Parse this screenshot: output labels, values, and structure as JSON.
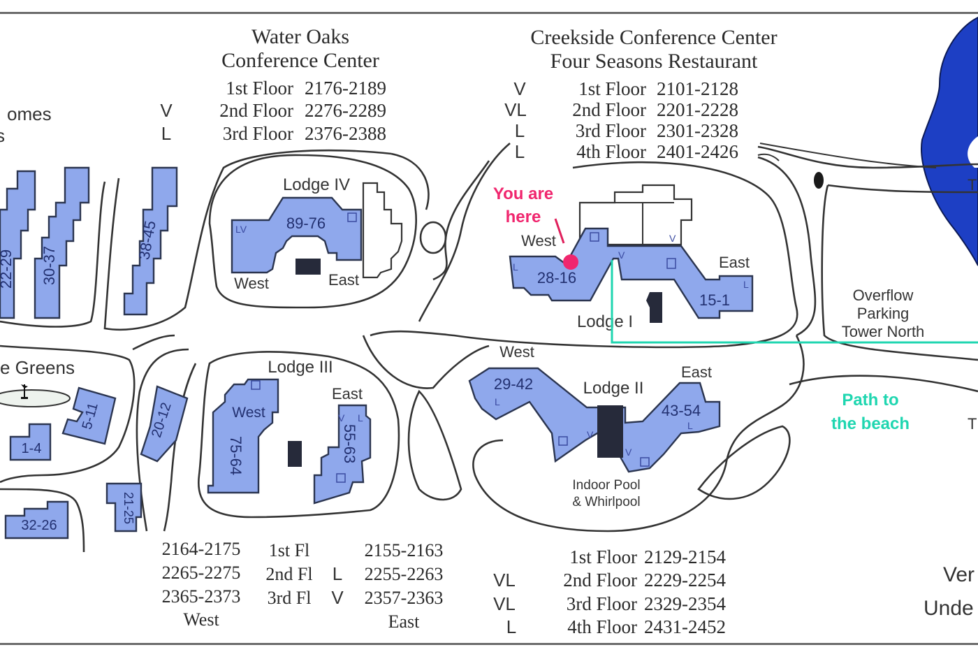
{
  "water_oaks": {
    "title_line1": "Water Oaks",
    "title_line2": "Conference Center",
    "floors": [
      {
        "flag": "",
        "floor": "1st Floor",
        "rooms": "2176-2189"
      },
      {
        "flag": "V",
        "floor": "2nd Floor",
        "rooms": "2276-2289"
      },
      {
        "flag": "L",
        "floor": "3rd Floor",
        "rooms": "2376-2388"
      }
    ]
  },
  "creekside": {
    "title_line1": "Creekside Conference Center",
    "title_line2": "Four Seasons Restaurant",
    "floors": [
      {
        "flag": "V",
        "floor": "1st Floor",
        "rooms": "2101-2128"
      },
      {
        "flag": "VL",
        "floor": "2nd Floor",
        "rooms": "2201-2228"
      },
      {
        "flag": "L",
        "floor": "3rd Floor",
        "rooms": "2301-2328"
      },
      {
        "flag": "L",
        "floor": "4th Floor",
        "rooms": "2401-2426"
      }
    ]
  },
  "lodge2_floors": [
    {
      "flag": "",
      "floor": "1st Floor",
      "rooms": "2129-2154"
    },
    {
      "flag": "VL",
      "floor": "2nd Floor",
      "rooms": "2229-2254"
    },
    {
      "flag": "VL",
      "floor": "3rd Floor",
      "rooms": "2329-2354"
    },
    {
      "flag": "L",
      "floor": "4th Floor",
      "rooms": "2431-2452"
    }
  ],
  "lodge3_floors": {
    "west": [
      "2164-2175",
      "2265-2275",
      "2365-2373"
    ],
    "floors": [
      "1st Fl",
      "2nd Fl",
      "3rd Fl"
    ],
    "flags": [
      "",
      "L",
      "V"
    ],
    "east": [
      "2155-2163",
      "2255-2263",
      "2357-2363"
    ],
    "west_label": "West",
    "east_label": "East"
  },
  "labels": {
    "homes_partial": "omes",
    "homes_partial2": "s",
    "greens": "e Greens",
    "lodge4": "Lodge IV",
    "lodge3": "Lodge III",
    "lodge1": "Lodge I",
    "lodge2": "Lodge II",
    "west": "West",
    "east": "East",
    "you_are_here_1": "You are",
    "you_are_here_2": "here",
    "overflow_1": "Overflow",
    "overflow_2": "Parking",
    "overflow_3": "Tower North",
    "path_1": "Path to",
    "path_2": "the beach",
    "pool_1": "Indoor Pool",
    "pool_2": "& Whirlpool",
    "ver_partial": "Ver",
    "unde_partial": "Unde",
    "t_partial": "T",
    "lv": "LV",
    "v": "V",
    "l": "L"
  },
  "units": {
    "u22_29": "22-29",
    "u30_37": "30-37",
    "u38_45": "38-45",
    "u89_76": "89-76",
    "u28_16": "28-16",
    "u15_1": "15-1",
    "u29_42": "29-42",
    "u43_54": "43-54",
    "u75_64": "75-64",
    "u55_63": "55-63",
    "u1_4": "1-4",
    "u5_11": "5-11",
    "u20_12": "20-12",
    "u21_25": "21-25",
    "u32_26": "32-26"
  },
  "colors": {
    "building": "#8fa8ec",
    "water": "#1d3fc4",
    "you_are_here": "#f0266e",
    "beach_path": "#1fd6b0"
  }
}
